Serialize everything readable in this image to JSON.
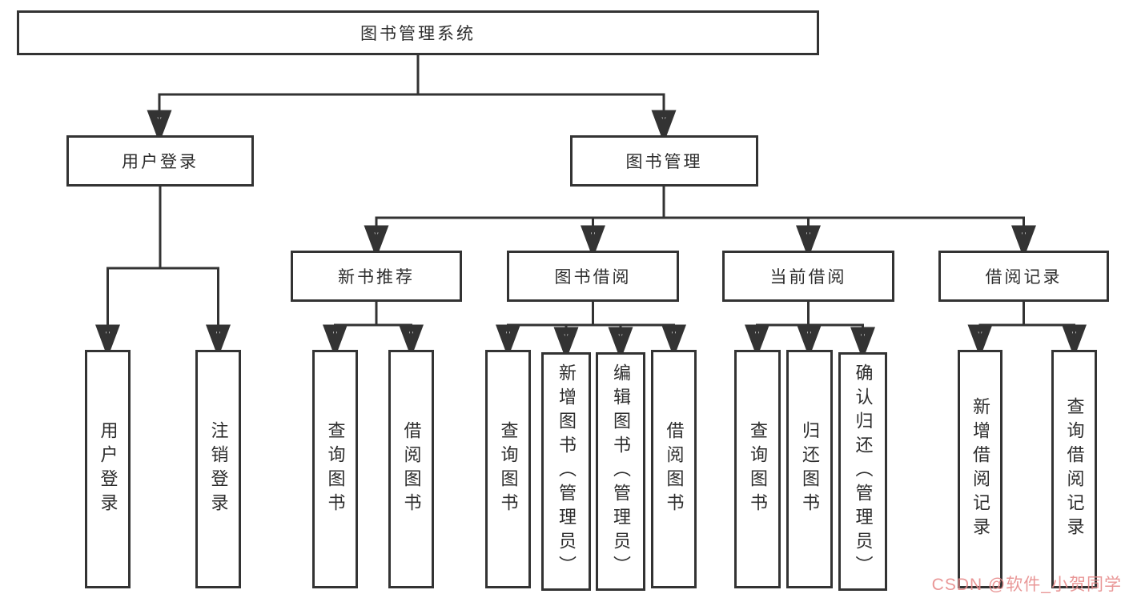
{
  "tree": {
    "root": {
      "label": "图书管理系统"
    },
    "branches": [
      {
        "label": "用户登录",
        "children": [
          {
            "label": "用户登录"
          },
          {
            "label": "注销登录"
          }
        ]
      },
      {
        "label": "图书管理",
        "children": [
          {
            "label": "新书推荐",
            "children": [
              {
                "label": "查询图书"
              },
              {
                "label": "借阅图书"
              }
            ]
          },
          {
            "label": "图书借阅",
            "children": [
              {
                "label": "查询图书"
              },
              {
                "label": "新增图书（管理员）"
              },
              {
                "label": "编辑图书（管理员）"
              },
              {
                "label": "借阅图书"
              }
            ]
          },
          {
            "label": "当前借阅",
            "children": [
              {
                "label": "查询图书"
              },
              {
                "label": "归还图书"
              },
              {
                "label": "确认归还（管理员）"
              }
            ]
          },
          {
            "label": "借阅记录",
            "children": [
              {
                "label": "新增借阅记录"
              },
              {
                "label": "查询借阅记录"
              }
            ]
          }
        ]
      }
    ]
  },
  "watermark": {
    "text": "CSDN @软件_小贺同学",
    "color": "#e78c8c"
  },
  "colors": {
    "line": "#333333",
    "box_border": "#333333",
    "box_background": "#ffffff",
    "text": "#2d2d2d"
  }
}
